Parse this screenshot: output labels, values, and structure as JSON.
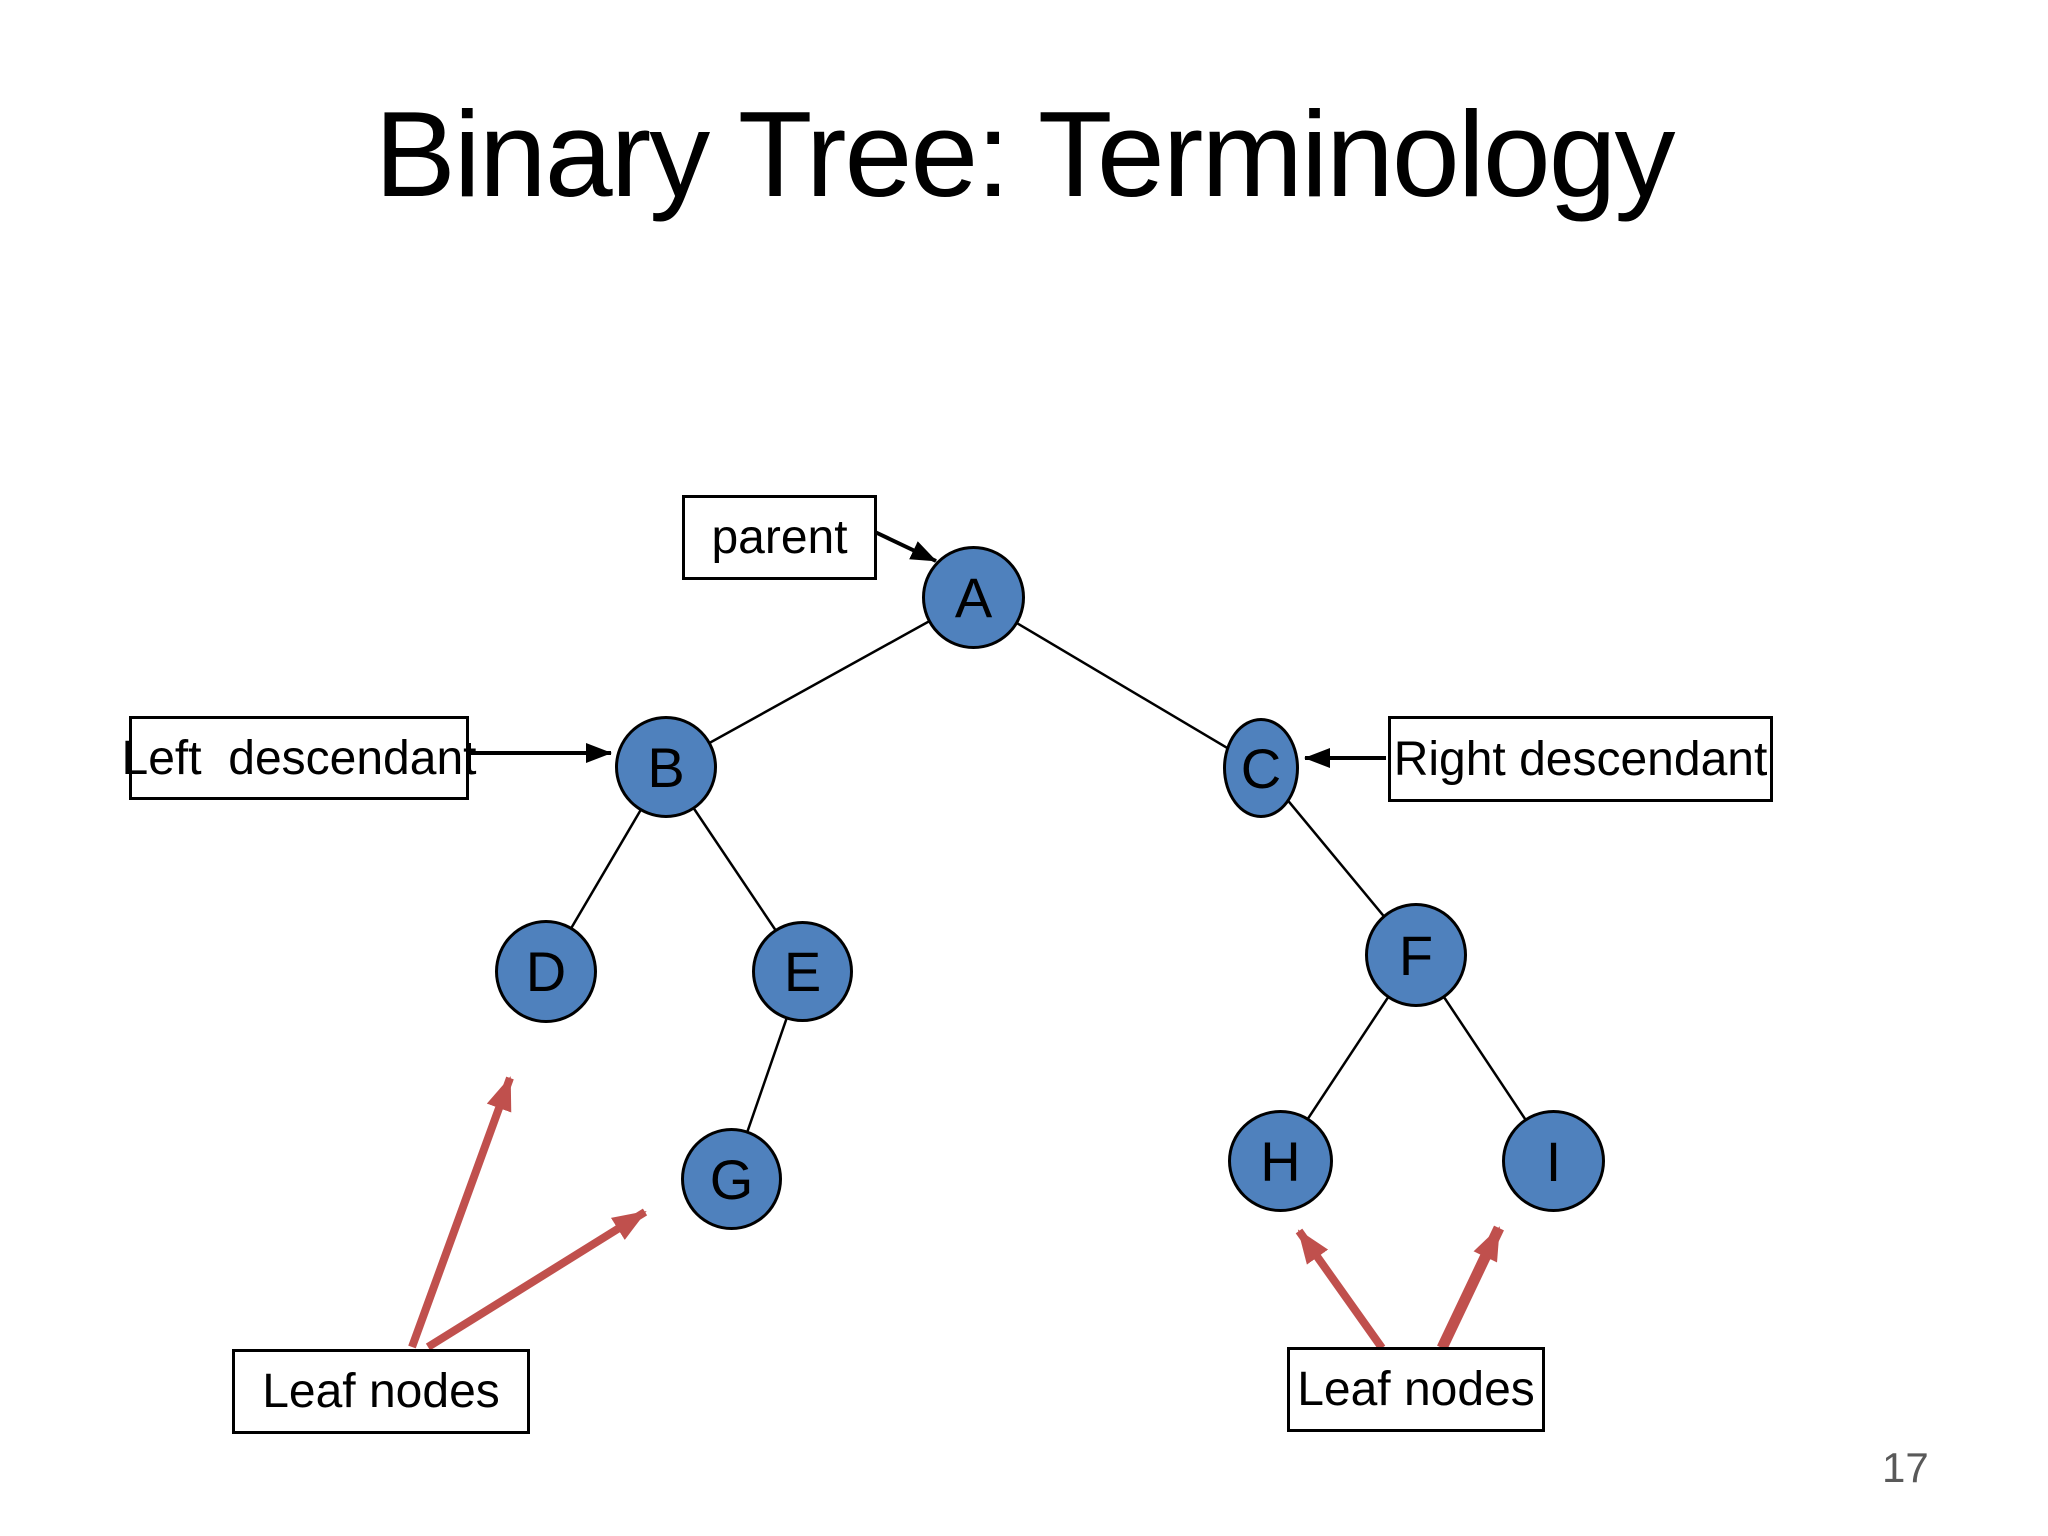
{
  "slide": {
    "title": "Binary Tree: Terminology",
    "page_number": "17"
  },
  "tree": {
    "nodes": [
      {
        "id": "A",
        "label": "A"
      },
      {
        "id": "B",
        "label": "B"
      },
      {
        "id": "C",
        "label": "C"
      },
      {
        "id": "D",
        "label": "D"
      },
      {
        "id": "E",
        "label": "E"
      },
      {
        "id": "F",
        "label": "F"
      },
      {
        "id": "G",
        "label": "G"
      },
      {
        "id": "H",
        "label": "H"
      },
      {
        "id": "I",
        "label": "I"
      }
    ],
    "edges": [
      {
        "from": "A",
        "to": "B"
      },
      {
        "from": "A",
        "to": "C"
      },
      {
        "from": "B",
        "to": "D"
      },
      {
        "from": "B",
        "to": "E"
      },
      {
        "from": "E",
        "to": "G"
      },
      {
        "from": "C",
        "to": "F"
      },
      {
        "from": "F",
        "to": "H"
      },
      {
        "from": "F",
        "to": "I"
      }
    ]
  },
  "annotations": {
    "parent": {
      "label": "parent",
      "target": "A"
    },
    "left_descendant": {
      "label": "Left  descendant",
      "target": "B"
    },
    "right_descendant": {
      "label": "Right descendant",
      "target": "C"
    },
    "leaf_nodes_left": {
      "label": "Leaf nodes",
      "targets": [
        "D",
        "G"
      ]
    },
    "leaf_nodes_right": {
      "label": "Leaf nodes",
      "targets": [
        "H",
        "I"
      ]
    }
  },
  "colors": {
    "background": "#ffffff",
    "node_fill": "#4f81bd",
    "node_border": "#000000",
    "edge": "#000000",
    "annotation_arrow_red": "#c0504d",
    "page_number_gray": "#595959"
  }
}
